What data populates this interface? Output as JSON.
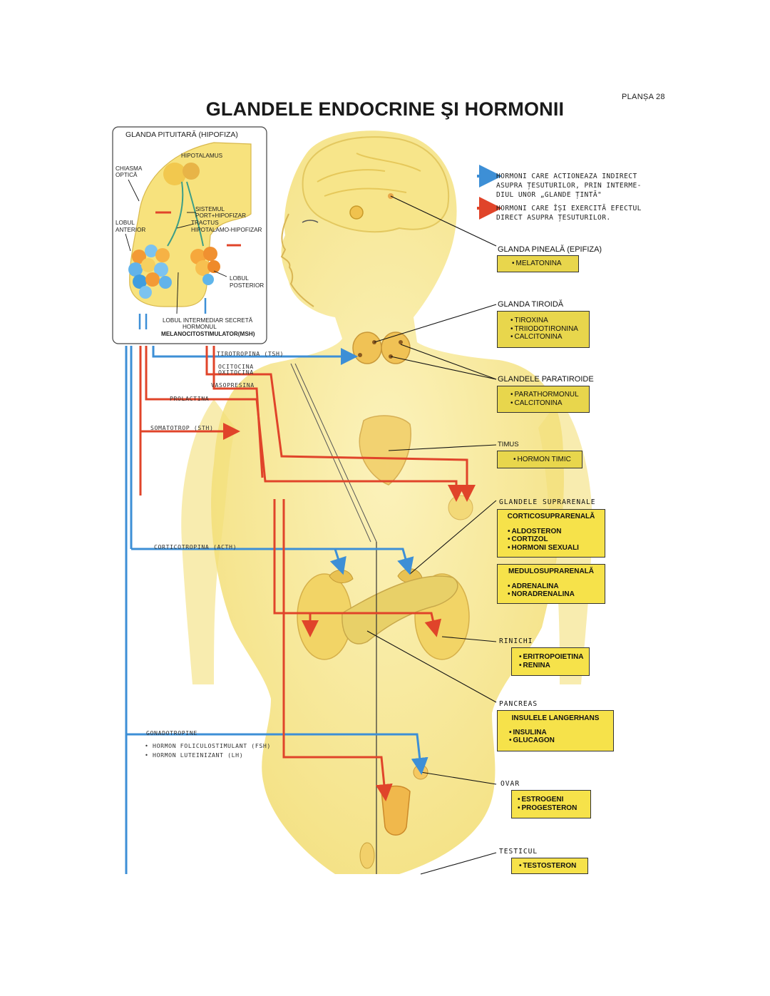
{
  "header": {
    "plate": "PLANȘA 28",
    "title": "GLANDELE ENDOCRINE ŞI HORMONII"
  },
  "legend": {
    "blue_lines": [
      "HORMONI CARE ACTIONEAZA INDIRECT",
      "ASUPRA ȚESUTURILOR, PRIN INTERME-",
      "DIUL UNOR „GLANDE ȚINTĂ\""
    ],
    "red_lines": [
      "HORMONI CARE ÎȘI EXERCITĂ EFECTUL",
      "DIRECT ASUPRA ȚESUTURILOR."
    ]
  },
  "inset": {
    "title": "GLANDA PITUITARĂ (HIPOFIZA)",
    "hipotalamus": "HIPOTALAMUS",
    "chiasma": [
      "CHIASMA",
      "OPTICĂ"
    ],
    "sistemul": [
      "SISTEMUL",
      "PORT+HIPOFIZAR"
    ],
    "tractus": [
      "TRACTUS",
      "HIPOTALAMO-HIPOFIZAR"
    ],
    "lobul_anterior": [
      "LOBUL",
      "ANTERIOR"
    ],
    "lobul_posterior": [
      "LOBUL",
      "POSTERIOR"
    ],
    "intermediar": [
      "LOBUL INTERMEDIAR SECRETĂ",
      "HORMONUL"
    ],
    "msh": "MELANOCITOSTIMULATOR(MSH)"
  },
  "glands": {
    "pineala": {
      "title": "GLANDA PINEALĂ (EPIFIZA)",
      "hormones": [
        "MELATONINA"
      ]
    },
    "tiroida": {
      "title": "GLANDA TIROIDĂ",
      "hormones": [
        "TIROXINA",
        "TRIIODOTIRONINA",
        "CALCITONINA"
      ]
    },
    "paratiroide": {
      "title": "GLANDELE PARATIROIDE",
      "hormones": [
        "PARATHORMONUL",
        "CALCITONINA"
      ]
    },
    "timus": {
      "title": "TIMUS",
      "hormones": [
        "HORMON TIMIC"
      ]
    },
    "suprarenale": {
      "title": "GLANDELE SUPRARENALE",
      "cortico": {
        "title": "CORTICOSUPRARENALĂ",
        "hormones": [
          "ALDOSTERON",
          "CORTIZOL",
          "HORMONI SEXUALI"
        ]
      },
      "medulo": {
        "title": "MEDULOSUPRARENALĂ",
        "hormones": [
          "ADRENALINA",
          "NORADRENALINA"
        ]
      }
    },
    "rinichi": {
      "title": "RINICHI",
      "hormones": [
        "ERITROPOIETINA",
        "RENINA"
      ]
    },
    "pancreas": {
      "title": "PANCREAS",
      "sub": "INSULELE LANGERHANS",
      "hormones": [
        "INSULINA",
        "GLUCAGON"
      ]
    },
    "ovar": {
      "title": "OVAR",
      "hormones": [
        "ESTROGENI",
        "PROGESTERON"
      ]
    },
    "testicul": {
      "title": "TESTICUL",
      "hormones": [
        "TESTOSTERON"
      ]
    }
  },
  "flows": {
    "tsh": "TIROTROPINA (TSH)",
    "ocitocina": "OCITOCINA",
    "oxitocina": "OXITOCINA",
    "vasopresina": "VASOPRESINA",
    "prolactina": "PROLACTINA",
    "sth": "SOMATOTROP (STH)",
    "acth": "CORTICOTROPINA (ACTH)",
    "gonadotropine": "GONADOTROPINE",
    "fsh": "• HORMON FOLICULOSTIMULANT (FSH)",
    "lh": "• HORMON LUTEINIZANT (LH)"
  },
  "colors": {
    "body": "#f4e07a",
    "body_light": "#fbf0b0",
    "blue_arrow": "#3d8fd6",
    "red_arrow": "#e0442a",
    "box_yellow": "#f6e24a"
  }
}
